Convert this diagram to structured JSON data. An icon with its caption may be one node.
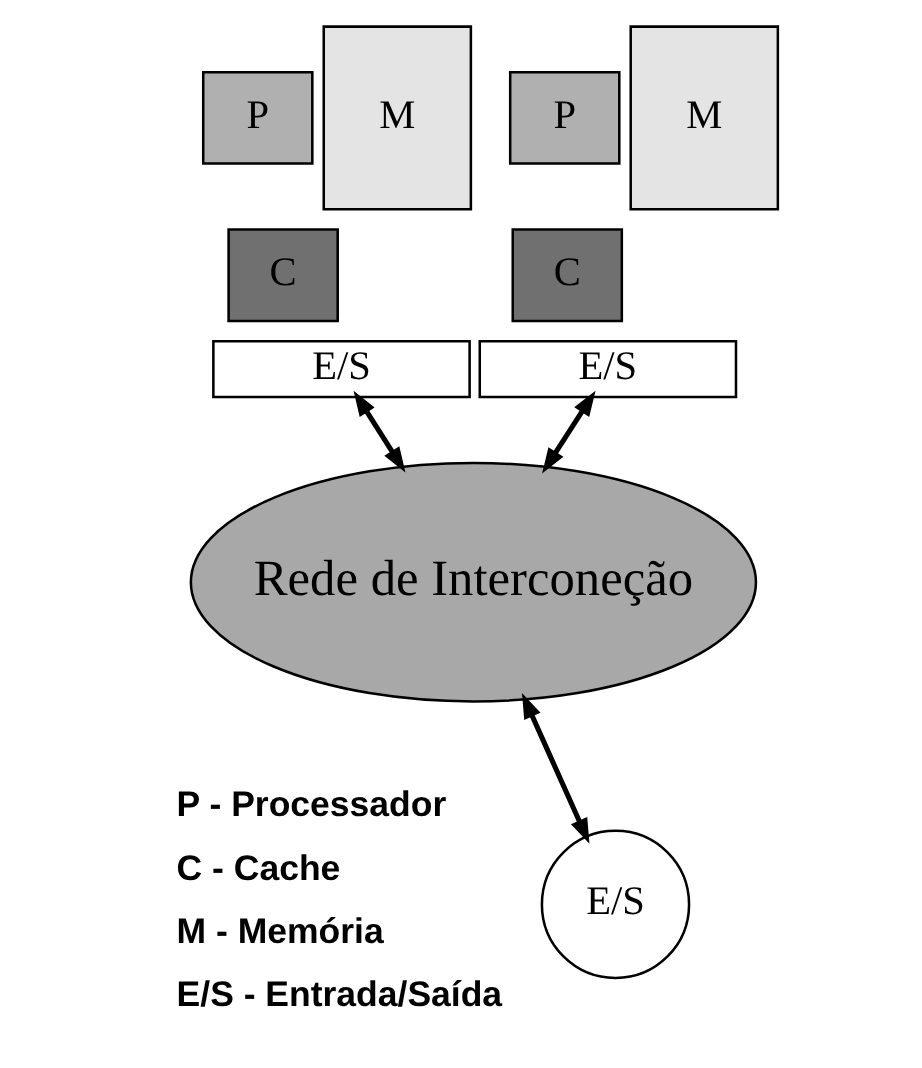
{
  "diagram": {
    "nodes": [
      {
        "text": [
          "P"
        ]
      },
      {
        "text": [
          "C"
        ]
      },
      {
        "text": [
          "M"
        ]
      },
      {
        "text": [
          "E/S"
        ]
      },
      {
        "text": [
          "P"
        ]
      },
      {
        "text": [
          "C"
        ]
      },
      {
        "text": [
          "M"
        ]
      },
      {
        "text": [
          "E/S"
        ]
      },
      {
        "text": [
          "Rede de Interconeção"
        ]
      },
      {
        "text": [
          "E/S"
        ]
      }
    ],
    "edges": [
      {
        "from": 3,
        "to": 8,
        "arrow": "both"
      },
      {
        "from": 7,
        "to": 8,
        "arrow": "both"
      },
      {
        "from": 8,
        "to": 9,
        "arrow": "both"
      }
    ],
    "labels": [
      "P - Processador",
      "C - Cache",
      "M - Memória",
      "E/S - Entrada/Saída"
    ]
  }
}
